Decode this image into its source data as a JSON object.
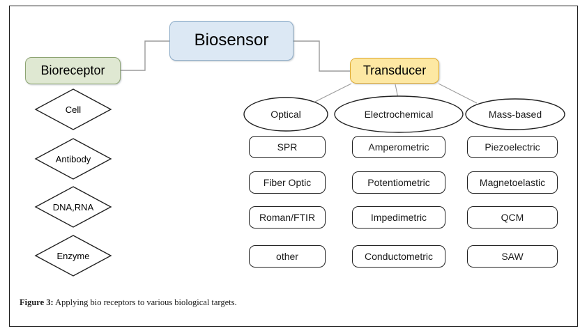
{
  "figure": {
    "caption_label": "Figure 3:",
    "caption_text": " Applying bio receptors to various biological targets."
  },
  "colors": {
    "biosensor_fill": "#dce8f4",
    "biosensor_border": "#8eadc9",
    "bioreceptor_fill": "#dfe8d2",
    "bioreceptor_border": "#8da472",
    "transducer_fill": "#fde8a3",
    "transducer_border": "#e0ab33",
    "connector_line": "#9b9b9b",
    "outline": "#222222",
    "frame": "#1b1b1b"
  },
  "nodes": {
    "biosensor": "Biosensor",
    "bioreceptor": "Bioreceptor",
    "transducer": "Transducer"
  },
  "bioreceptor_types": [
    {
      "label": "Cell"
    },
    {
      "label": "Antibody"
    },
    {
      "label": "DNA,RNA"
    },
    {
      "label": "Enzyme"
    }
  ],
  "transducer_groups": [
    {
      "label": "Optical",
      "items": [
        "SPR",
        "Fiber Optic",
        "Roman/FTIR",
        "other"
      ]
    },
    {
      "label": "Electrochemical",
      "items": [
        "Amperometric",
        "Potentiometric",
        "Impedimetric",
        "Conductometric"
      ]
    },
    {
      "label": "Mass-based",
      "items": [
        "Piezoelectric",
        "Magnetoelastic",
        "QCM",
        "SAW"
      ]
    }
  ]
}
